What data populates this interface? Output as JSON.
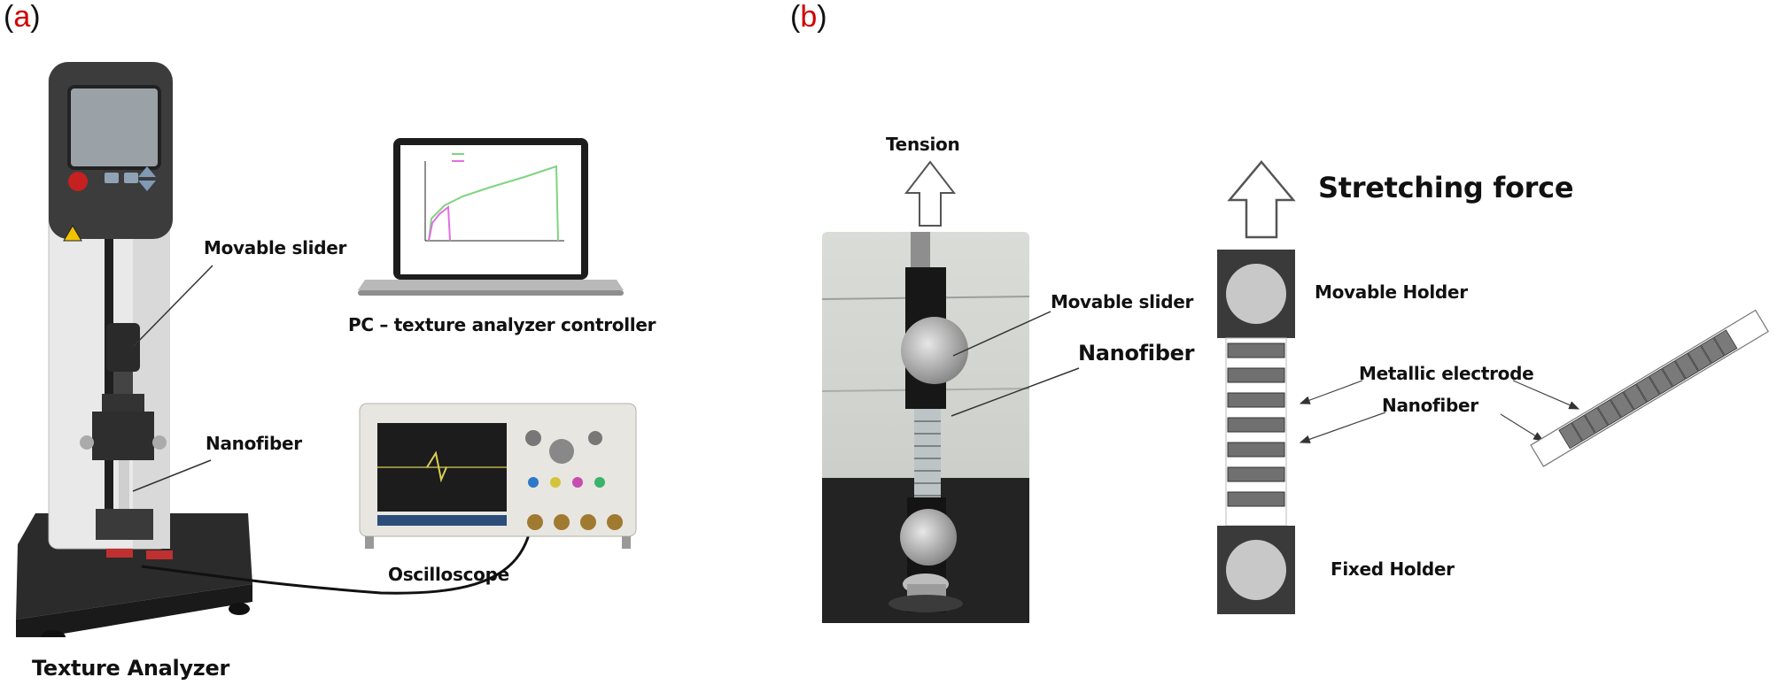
{
  "panel_a": {
    "tag_open": "(",
    "tag_letter": "a",
    "tag_close": ")",
    "labels": {
      "movable_slider": "Movable slider",
      "nanofiber": "Nanofiber",
      "pc": "PC – texture analyzer controller",
      "oscilloscope": "Oscilloscope",
      "texture_analyzer": "Texture Analyzer"
    }
  },
  "panel_b": {
    "tag_open": "(",
    "tag_letter": "b",
    "tag_close": ")",
    "labels": {
      "tension": "Tension",
      "movable_slider": "Movable slider",
      "nanofiber": "Nanofiber",
      "stretching_force": "Stretching force",
      "movable_holder": "Movable Holder",
      "metallic_electrode": "Metallic electrode",
      "nanofiber_schematic": "Nanofiber",
      "fixed_holder": "Fixed Holder"
    }
  },
  "colors": {
    "tag_letter": "#d10000",
    "holder_dark": "#3a3a3a",
    "holder_circle": "#c8c8c8",
    "electrode": "#707070",
    "plot_green": "#7fd47f",
    "plot_pink": "#e070e0"
  }
}
